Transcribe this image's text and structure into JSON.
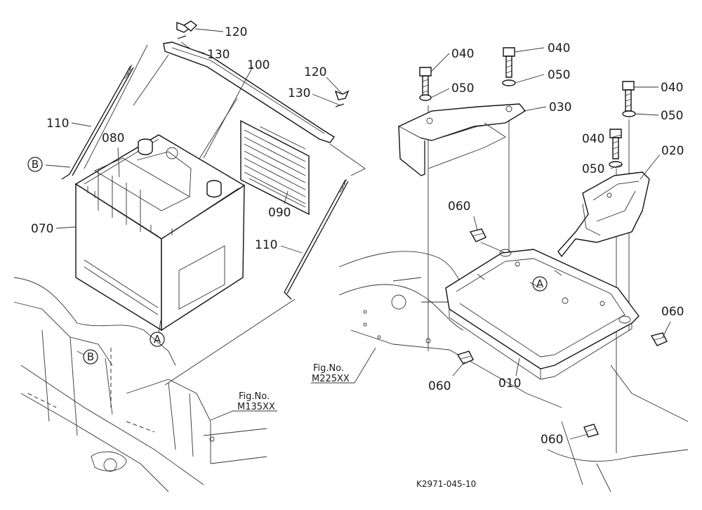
{
  "callouts": [
    {
      "id": "c120a",
      "text": "120"
    },
    {
      "id": "c130a",
      "text": "130"
    },
    {
      "id": "c100",
      "text": "100"
    },
    {
      "id": "c120b",
      "text": "120"
    },
    {
      "id": "c130b",
      "text": "130"
    },
    {
      "id": "c110a",
      "text": "110"
    },
    {
      "id": "c080",
      "text": "080"
    },
    {
      "id": "c070",
      "text": "070"
    },
    {
      "id": "c090",
      "text": "090"
    },
    {
      "id": "c110b",
      "text": "110"
    },
    {
      "id": "c040a",
      "text": "040"
    },
    {
      "id": "c050a",
      "text": "050"
    },
    {
      "id": "c040b",
      "text": "040"
    },
    {
      "id": "c050b",
      "text": "050"
    },
    {
      "id": "c030",
      "text": "030"
    },
    {
      "id": "c040c",
      "text": "040"
    },
    {
      "id": "c050c",
      "text": "050"
    },
    {
      "id": "c040d",
      "text": "040"
    },
    {
      "id": "c020",
      "text": "020"
    },
    {
      "id": "c050d",
      "text": "050"
    },
    {
      "id": "c060a",
      "text": "060"
    },
    {
      "id": "c060b",
      "text": "060"
    },
    {
      "id": "c060c",
      "text": "060"
    },
    {
      "id": "c010",
      "text": "010"
    },
    {
      "id": "c060d",
      "text": "060"
    }
  ],
  "markers": [
    {
      "id": "mB1",
      "text": "B"
    },
    {
      "id": "mA1",
      "text": "A"
    },
    {
      "id": "mB2",
      "text": "B"
    },
    {
      "id": "mA2",
      "text": "A"
    }
  ],
  "fig_refs": [
    {
      "id": "fig1",
      "line1": "Fig.No.",
      "line2": "M135XX"
    },
    {
      "id": "fig2",
      "line1": "Fig.No.",
      "line2": "M225XX"
    }
  ],
  "diagram_code": "K2971-045-10"
}
